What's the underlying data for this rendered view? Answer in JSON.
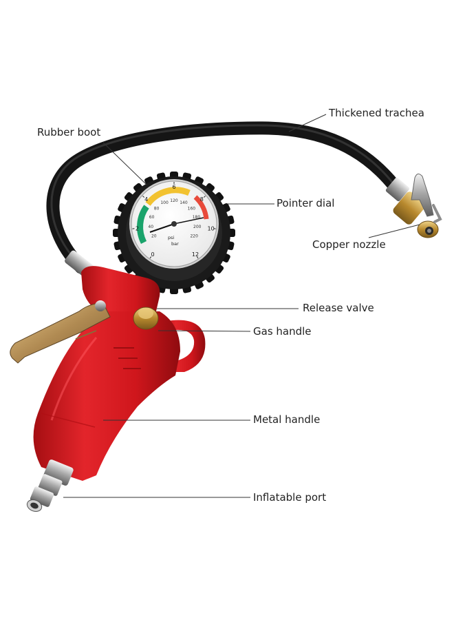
{
  "labels": {
    "thickened_trachea": "Thickened trachea",
    "rubber_boot": "Rubber boot",
    "pointer_dial": "Pointer dial",
    "copper_nozzle": "Copper nozzle",
    "release_valve": "Release valve",
    "gas_handle": "Gas handle",
    "metal_handle": "Metal handle",
    "inflatable_port": "Inflatable port"
  },
  "gauge": {
    "bar_ticks": [
      "0",
      "2",
      "4",
      "6",
      "8",
      "10",
      "12"
    ],
    "psi_ticks": [
      "20",
      "40",
      "60",
      "80",
      "100",
      "120",
      "140",
      "160",
      "180",
      "200",
      "220"
    ],
    "unit_psi": "psi",
    "unit_bar": "bar"
  },
  "colors": {
    "body_red": "#d0151b",
    "hose_black": "#151515",
    "brass": "#c9a24a",
    "leader_line": "#333333"
  }
}
